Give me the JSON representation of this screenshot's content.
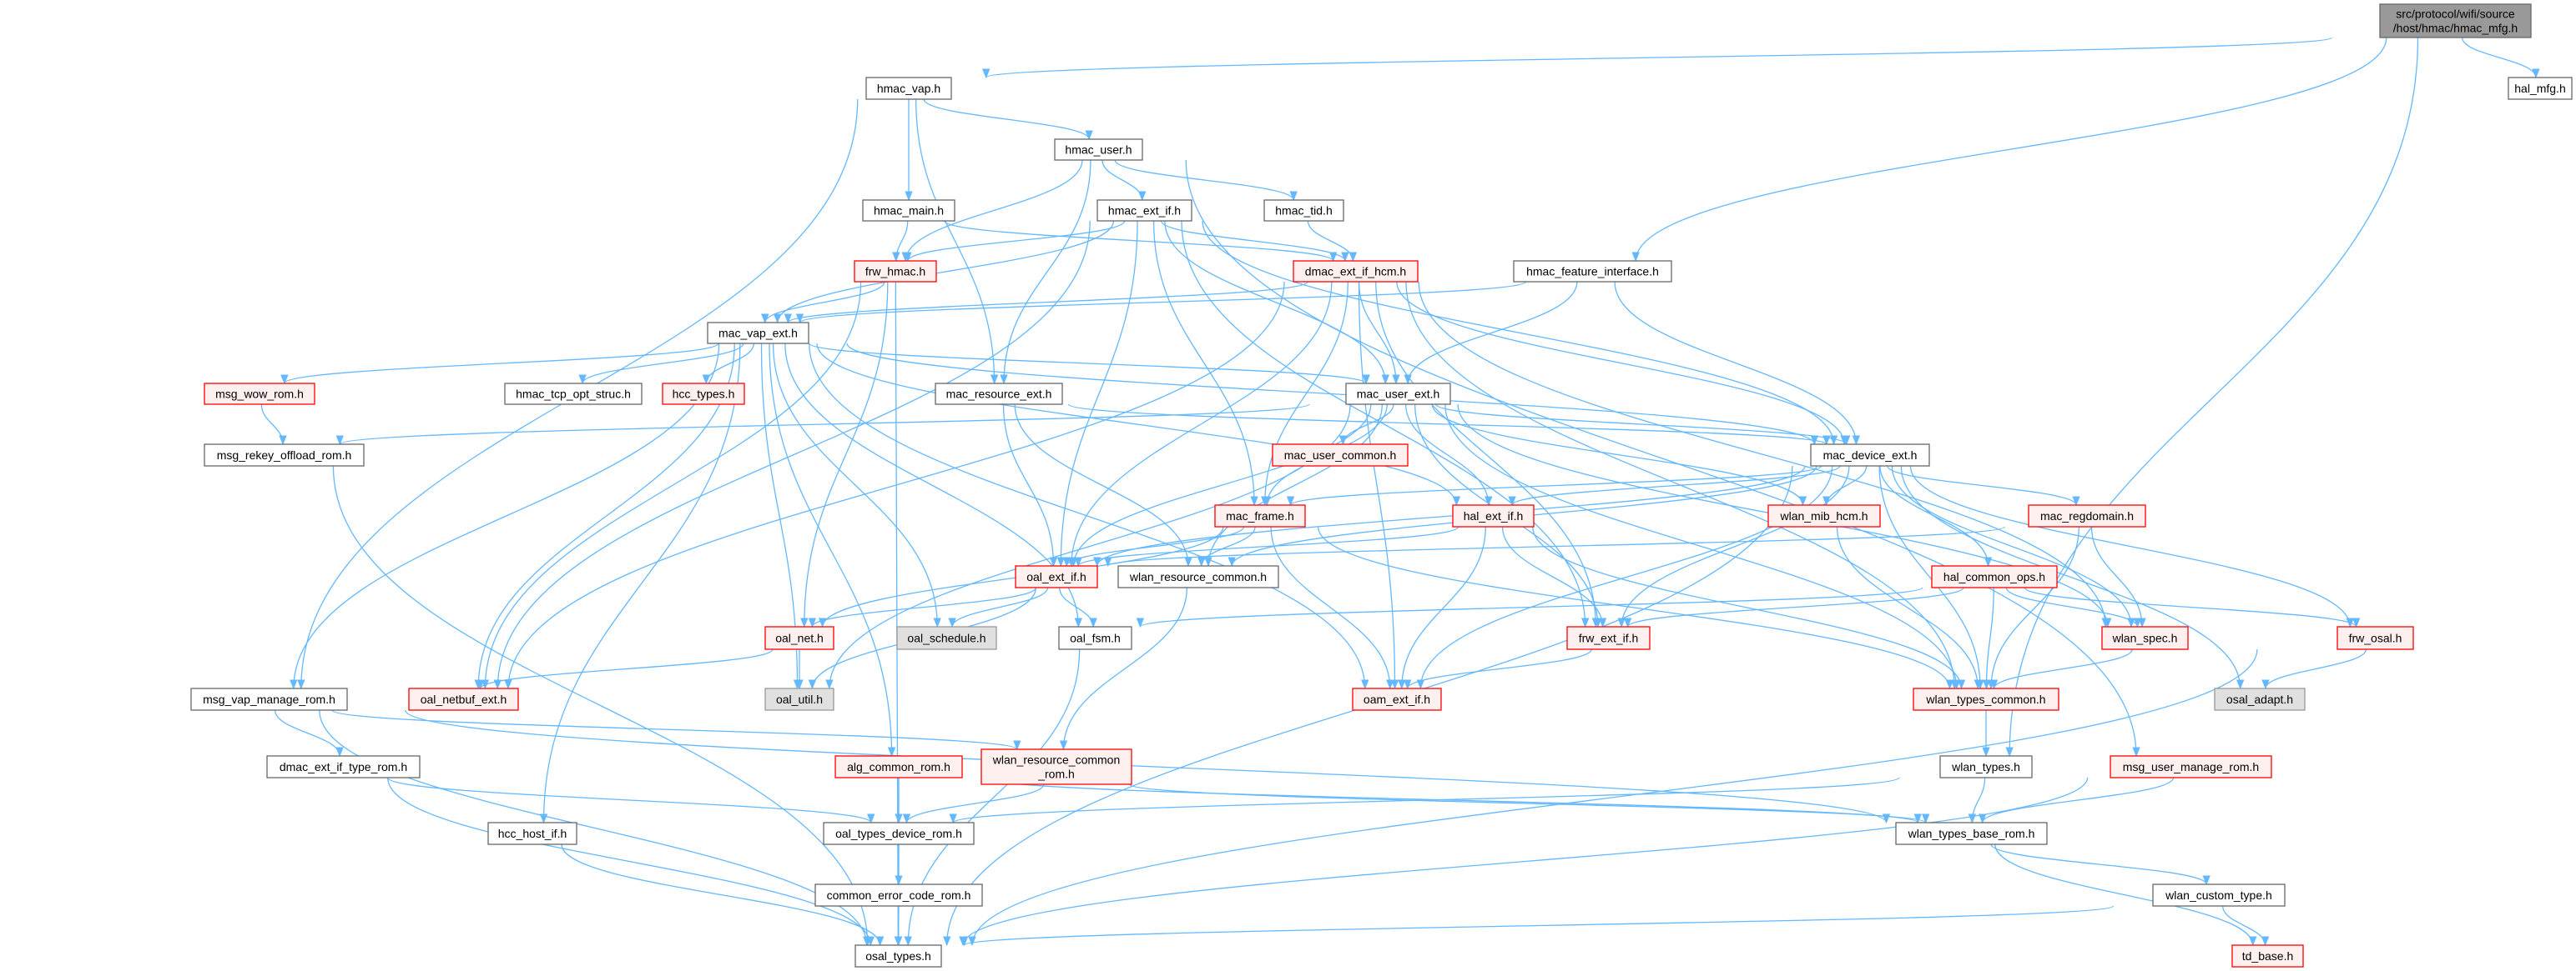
{
  "graph": {
    "colors": {
      "edge": "#63b8ff",
      "normal_border": "#666666",
      "normal_fill": "#ffffff",
      "incomplete_border": "#ff0000",
      "incomplete_fill": "#fff0f0",
      "external_fill": "#e0e0e0",
      "external_border": "#999999",
      "root_fill": "#999999",
      "root_border": "#666666"
    },
    "nodes": [
      {
        "id": "root",
        "kind": "root",
        "lines": [
          "src/protocol/wifi/source",
          "/host/hmac/hmac_mfg.h"
        ]
      },
      {
        "id": "hal_mfg",
        "kind": "normal",
        "lines": [
          "hal_mfg.h"
        ]
      },
      {
        "id": "hmac_vap",
        "kind": "normal",
        "lines": [
          "hmac_vap.h"
        ]
      },
      {
        "id": "hmac_user",
        "kind": "normal",
        "lines": [
          "hmac_user.h"
        ]
      },
      {
        "id": "hmac_main",
        "kind": "normal",
        "lines": [
          "hmac_main.h"
        ]
      },
      {
        "id": "hmac_ext_if",
        "kind": "normal",
        "lines": [
          "hmac_ext_if.h"
        ]
      },
      {
        "id": "hmac_tid",
        "kind": "normal",
        "lines": [
          "hmac_tid.h"
        ]
      },
      {
        "id": "frw_hmac",
        "kind": "incomplete",
        "lines": [
          "frw_hmac.h"
        ]
      },
      {
        "id": "dmac_ext_if_hcm",
        "kind": "incomplete",
        "lines": [
          "dmac_ext_if_hcm.h"
        ]
      },
      {
        "id": "hmac_feature_interface",
        "kind": "normal",
        "lines": [
          "hmac_feature_interface.h"
        ]
      },
      {
        "id": "mac_vap_ext",
        "kind": "normal",
        "lines": [
          "mac_vap_ext.h"
        ]
      },
      {
        "id": "msg_wow_rom",
        "kind": "incomplete",
        "lines": [
          "msg_wow_rom.h"
        ]
      },
      {
        "id": "hmac_tcp_opt_struc",
        "kind": "normal",
        "lines": [
          "hmac_tcp_opt_struc.h"
        ]
      },
      {
        "id": "hcc_types",
        "kind": "incomplete",
        "lines": [
          "hcc_types.h"
        ]
      },
      {
        "id": "mac_resource_ext",
        "kind": "normal",
        "lines": [
          "mac_resource_ext.h"
        ]
      },
      {
        "id": "mac_user_ext",
        "kind": "normal",
        "lines": [
          "mac_user_ext.h"
        ]
      },
      {
        "id": "msg_rekey_offload_rom",
        "kind": "normal",
        "lines": [
          "msg_rekey_offload_rom.h"
        ]
      },
      {
        "id": "mac_user_common",
        "kind": "incomplete",
        "lines": [
          "mac_user_common.h"
        ]
      },
      {
        "id": "mac_device_ext",
        "kind": "normal",
        "lines": [
          "mac_device_ext.h"
        ]
      },
      {
        "id": "mac_frame",
        "kind": "incomplete",
        "lines": [
          "mac_frame.h"
        ]
      },
      {
        "id": "hal_ext_if",
        "kind": "incomplete",
        "lines": [
          "hal_ext_if.h"
        ]
      },
      {
        "id": "wlan_mib_hcm",
        "kind": "incomplete",
        "lines": [
          "wlan_mib_hcm.h"
        ]
      },
      {
        "id": "mac_regdomain",
        "kind": "incomplete",
        "lines": [
          "mac_regdomain.h"
        ]
      },
      {
        "id": "oal_ext_if",
        "kind": "incomplete",
        "lines": [
          "oal_ext_if.h"
        ]
      },
      {
        "id": "wlan_resource_common",
        "kind": "normal",
        "lines": [
          "wlan_resource_common.h"
        ]
      },
      {
        "id": "hal_common_ops",
        "kind": "incomplete",
        "lines": [
          "hal_common_ops.h"
        ]
      },
      {
        "id": "oal_net",
        "kind": "incomplete",
        "lines": [
          "oal_net.h"
        ]
      },
      {
        "id": "oal_schedule",
        "kind": "external",
        "lines": [
          "oal_schedule.h"
        ]
      },
      {
        "id": "oal_fsm",
        "kind": "normal",
        "lines": [
          "oal_fsm.h"
        ]
      },
      {
        "id": "frw_ext_if",
        "kind": "incomplete",
        "lines": [
          "frw_ext_if.h"
        ]
      },
      {
        "id": "wlan_spec",
        "kind": "incomplete",
        "lines": [
          "wlan_spec.h"
        ]
      },
      {
        "id": "frw_osal",
        "kind": "incomplete",
        "lines": [
          "frw_osal.h"
        ]
      },
      {
        "id": "msg_vap_manage_rom",
        "kind": "normal",
        "lines": [
          "msg_vap_manage_rom.h"
        ]
      },
      {
        "id": "oal_netbuf_ext",
        "kind": "incomplete",
        "lines": [
          "oal_netbuf_ext.h"
        ]
      },
      {
        "id": "oal_util",
        "kind": "external",
        "lines": [
          "oal_util.h"
        ]
      },
      {
        "id": "oam_ext_if",
        "kind": "incomplete",
        "lines": [
          "oam_ext_if.h"
        ]
      },
      {
        "id": "wlan_types_common",
        "kind": "incomplete",
        "lines": [
          "wlan_types_common.h"
        ]
      },
      {
        "id": "osal_adapt",
        "kind": "external",
        "lines": [
          "osal_adapt.h"
        ]
      },
      {
        "id": "dmac_ext_if_type_rom",
        "kind": "normal",
        "lines": [
          "dmac_ext_if_type_rom.h"
        ]
      },
      {
        "id": "alg_common_rom",
        "kind": "incomplete",
        "lines": [
          "alg_common_rom.h"
        ]
      },
      {
        "id": "wlan_resource_common_rom",
        "kind": "incomplete",
        "lines": [
          "wlan_resource_common",
          "_rom.h"
        ]
      },
      {
        "id": "wlan_types",
        "kind": "normal",
        "lines": [
          "wlan_types.h"
        ]
      },
      {
        "id": "msg_user_manage_rom",
        "kind": "incomplete",
        "lines": [
          "msg_user_manage_rom.h"
        ]
      },
      {
        "id": "hcc_host_if",
        "kind": "normal",
        "lines": [
          "hcc_host_if.h"
        ]
      },
      {
        "id": "oal_types_device_rom",
        "kind": "normal",
        "lines": [
          "oal_types_device_rom.h"
        ]
      },
      {
        "id": "wlan_types_base_rom",
        "kind": "normal",
        "lines": [
          "wlan_types_base_rom.h"
        ]
      },
      {
        "id": "common_error_code_rom",
        "kind": "normal",
        "lines": [
          "common_error_code_rom.h"
        ]
      },
      {
        "id": "wlan_custom_type",
        "kind": "normal",
        "lines": [
          "wlan_custom_type.h"
        ]
      },
      {
        "id": "osal_types",
        "kind": "normal",
        "lines": [
          "osal_types.h"
        ]
      },
      {
        "id": "td_base",
        "kind": "incomplete",
        "lines": [
          "td_base.h"
        ]
      }
    ],
    "edges": [
      [
        "root",
        "hmac_vap"
      ],
      [
        "root",
        "hal_mfg"
      ],
      [
        "root",
        "hmac_feature_interface"
      ],
      [
        "root",
        "wlan_types"
      ],
      [
        "hmac_vap",
        "hmac_user"
      ],
      [
        "hmac_vap",
        "hmac_main"
      ],
      [
        "hmac_vap",
        "mac_resource_ext"
      ],
      [
        "hmac_vap",
        "msg_vap_manage_rom"
      ],
      [
        "hmac_user",
        "hmac_ext_if"
      ],
      [
        "hmac_user",
        "hmac_tid"
      ],
      [
        "hmac_user",
        "frw_hmac"
      ],
      [
        "hmac_user",
        "mac_resource_ext"
      ],
      [
        "hmac_user",
        "msg_user_manage_rom"
      ],
      [
        "hmac_main",
        "frw_hmac"
      ],
      [
        "hmac_main",
        "dmac_ext_if_hcm"
      ],
      [
        "hmac_ext_if",
        "frw_hmac"
      ],
      [
        "hmac_ext_if",
        "dmac_ext_if_hcm"
      ],
      [
        "hmac_ext_if",
        "mac_vap_ext"
      ],
      [
        "hmac_ext_if",
        "mac_user_ext"
      ],
      [
        "hmac_ext_if",
        "oal_ext_if"
      ],
      [
        "hmac_ext_if",
        "mac_frame"
      ],
      [
        "hmac_ext_if",
        "oal_netbuf_ext"
      ],
      [
        "hmac_ext_if",
        "mac_device_ext"
      ],
      [
        "hmac_ext_if",
        "frw_ext_if"
      ],
      [
        "hmac_tid",
        "dmac_ext_if_hcm"
      ],
      [
        "frw_hmac",
        "mac_vap_ext"
      ],
      [
        "frw_hmac",
        "osal_types"
      ],
      [
        "frw_hmac",
        "oal_netbuf_ext"
      ],
      [
        "frw_hmac",
        "oal_net"
      ],
      [
        "dmac_ext_if_hcm",
        "mac_vap_ext"
      ],
      [
        "dmac_ext_if_hcm",
        "mac_user_ext"
      ],
      [
        "dmac_ext_if_hcm",
        "mac_device_ext"
      ],
      [
        "dmac_ext_if_hcm",
        "oal_ext_if"
      ],
      [
        "dmac_ext_if_hcm",
        "mac_frame"
      ],
      [
        "dmac_ext_if_hcm",
        "frw_ext_if"
      ],
      [
        "dmac_ext_if_hcm",
        "oam_ext_if"
      ],
      [
        "dmac_ext_if_hcm",
        "wlan_types_common"
      ],
      [
        "dmac_ext_if_hcm",
        "wlan_spec"
      ],
      [
        "dmac_ext_if_hcm",
        "oal_netbuf_ext"
      ],
      [
        "hmac_feature_interface",
        "mac_vap_ext"
      ],
      [
        "hmac_feature_interface",
        "mac_user_ext"
      ],
      [
        "hmac_feature_interface",
        "mac_device_ext"
      ],
      [
        "mac_vap_ext",
        "msg_wow_rom"
      ],
      [
        "mac_vap_ext",
        "hmac_tcp_opt_struc"
      ],
      [
        "mac_vap_ext",
        "hcc_types"
      ],
      [
        "mac_vap_ext",
        "mac_user_ext"
      ],
      [
        "mac_vap_ext",
        "mac_device_ext"
      ],
      [
        "mac_vap_ext",
        "hal_ext_if"
      ],
      [
        "mac_vap_ext",
        "msg_vap_manage_rom"
      ],
      [
        "mac_vap_ext",
        "oal_netbuf_ext"
      ],
      [
        "mac_vap_ext",
        "oal_util"
      ],
      [
        "mac_vap_ext",
        "oal_schedule"
      ],
      [
        "mac_vap_ext",
        "oal_fsm"
      ],
      [
        "mac_vap_ext",
        "alg_common_rom"
      ],
      [
        "mac_vap_ext",
        "hcc_host_if"
      ],
      [
        "mac_vap_ext",
        "oam_ext_if"
      ],
      [
        "msg_wow_rom",
        "msg_rekey_offload_rom"
      ],
      [
        "msg_rekey_offload_rom",
        "osal_types"
      ],
      [
        "mac_resource_ext",
        "mac_device_ext"
      ],
      [
        "mac_resource_ext",
        "oal_ext_if"
      ],
      [
        "mac_resource_ext",
        "wlan_resource_common"
      ],
      [
        "mac_user_ext",
        "mac_user_common"
      ],
      [
        "mac_user_ext",
        "mac_device_ext"
      ],
      [
        "mac_user_ext",
        "mac_frame"
      ],
      [
        "mac_user_ext",
        "hal_ext_if"
      ],
      [
        "mac_user_ext",
        "oal_ext_if"
      ],
      [
        "mac_user_ext",
        "wlan_resource_common"
      ],
      [
        "mac_user_ext",
        "wlan_mib_hcm"
      ],
      [
        "mac_user_ext",
        "frw_ext_if"
      ],
      [
        "mac_user_ext",
        "wlan_types_common"
      ],
      [
        "mac_user_ext",
        "oal_util"
      ],
      [
        "mac_user_ext",
        "msg_rekey_offload_rom"
      ],
      [
        "mac_user_ext",
        "wlan_spec"
      ],
      [
        "mac_device_ext",
        "mac_frame"
      ],
      [
        "mac_device_ext",
        "hal_ext_if"
      ],
      [
        "mac_device_ext",
        "oal_ext_if"
      ],
      [
        "mac_device_ext",
        "wlan_mib_hcm"
      ],
      [
        "mac_device_ext",
        "mac_regdomain"
      ],
      [
        "mac_device_ext",
        "hal_common_ops"
      ],
      [
        "mac_device_ext",
        "wlan_spec"
      ],
      [
        "mac_device_ext",
        "frw_osal"
      ],
      [
        "mac_device_ext",
        "wlan_types_common"
      ],
      [
        "mac_device_ext",
        "osal_adapt"
      ],
      [
        "mac_device_ext",
        "oam_ext_if"
      ],
      [
        "mac_device_ext",
        "frw_ext_if"
      ],
      [
        "mac_device_ext",
        "wlan_resource_common"
      ],
      [
        "mac_device_ext",
        "osal_types"
      ],
      [
        "mac_frame",
        "oal_ext_if"
      ],
      [
        "mac_frame",
        "wlan_resource_common"
      ],
      [
        "mac_frame",
        "oam_ext_if"
      ],
      [
        "mac_frame",
        "wlan_types_common"
      ],
      [
        "mac_frame",
        "oal_net"
      ],
      [
        "hal_ext_if",
        "oal_ext_if"
      ],
      [
        "hal_ext_if",
        "frw_ext_if"
      ],
      [
        "hal_ext_if",
        "oam_ext_if"
      ],
      [
        "hal_ext_if",
        "wlan_types_common"
      ],
      [
        "mac_regdomain",
        "oal_ext_if"
      ],
      [
        "mac_regdomain",
        "wlan_spec"
      ],
      [
        "mac_regdomain",
        "wlan_types_common"
      ],
      [
        "wlan_mib_hcm",
        "wlan_types_common"
      ],
      [
        "hal_common_ops",
        "oal_fsm"
      ],
      [
        "hal_common_ops",
        "frw_ext_if"
      ],
      [
        "hal_common_ops",
        "wlan_spec"
      ],
      [
        "hal_common_ops",
        "frw_osal"
      ],
      [
        "hal_common_ops",
        "wlan_types_common"
      ],
      [
        "oal_ext_if",
        "oal_net"
      ],
      [
        "oal_ext_if",
        "oal_schedule"
      ],
      [
        "oal_ext_if",
        "oal_fsm"
      ],
      [
        "oal_ext_if",
        "oal_util"
      ],
      [
        "oal_net",
        "oal_util"
      ],
      [
        "oal_net",
        "oal_netbuf_ext"
      ],
      [
        "oal_fsm",
        "osal_types"
      ],
      [
        "wlan_resource_common",
        "wlan_resource_common_rom"
      ],
      [
        "frw_ext_if",
        "oam_ext_if"
      ],
      [
        "wlan_spec",
        "wlan_types_common"
      ],
      [
        "frw_osal",
        "osal_adapt"
      ],
      [
        "frw_osal",
        "osal_types"
      ],
      [
        "wlan_types_common",
        "wlan_types"
      ],
      [
        "wlan_types",
        "wlan_types_base_rom"
      ],
      [
        "wlan_types",
        "oal_types_device_rom"
      ],
      [
        "msg_user_manage_rom",
        "wlan_types_base_rom"
      ],
      [
        "msg_user_manage_rom",
        "osal_types"
      ],
      [
        "msg_vap_manage_rom",
        "dmac_ext_if_type_rom"
      ],
      [
        "msg_vap_manage_rom",
        "osal_types"
      ],
      [
        "msg_vap_manage_rom",
        "wlan_types_base_rom"
      ],
      [
        "msg_vap_manage_rom",
        "wlan_resource_common_rom"
      ],
      [
        "dmac_ext_if_type_rom",
        "oal_types_device_rom"
      ],
      [
        "dmac_ext_if_type_rom",
        "osal_types"
      ],
      [
        "alg_common_rom",
        "oal_types_device_rom"
      ],
      [
        "alg_common_rom",
        "osal_types"
      ],
      [
        "alg_common_rom",
        "wlan_types_base_rom"
      ],
      [
        "wlan_resource_common_rom",
        "oal_types_device_rom"
      ],
      [
        "wlan_resource_common_rom",
        "wlan_types_base_rom"
      ],
      [
        "hcc_host_if",
        "osal_types"
      ],
      [
        "oal_types_device_rom",
        "common_error_code_rom"
      ],
      [
        "oal_types_device_rom",
        "osal_types"
      ],
      [
        "common_error_code_rom",
        "osal_types"
      ],
      [
        "wlan_types_base_rom",
        "wlan_custom_type"
      ],
      [
        "wlan_types_base_rom",
        "td_base"
      ],
      [
        "wlan_custom_type",
        "td_base"
      ],
      [
        "wlan_custom_type",
        "osal_types"
      ]
    ]
  }
}
